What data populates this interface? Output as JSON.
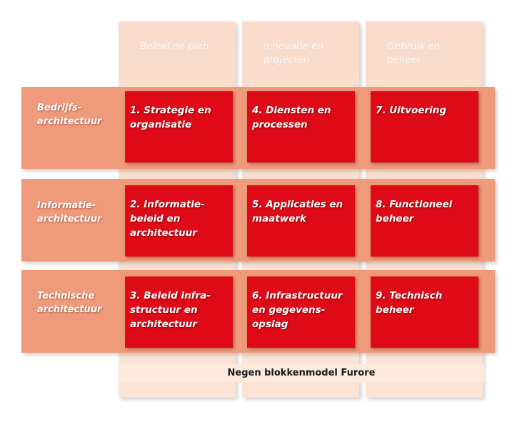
{
  "columns": [
    {
      "label": "Beleid en plan"
    },
    {
      "label": "Innovatie en\nprojecten"
    },
    {
      "label": "Gebruik en\nbeheer"
    }
  ],
  "rows": [
    {
      "label": "Bedrijfs-\narchitectuur"
    },
    {
      "label": "Informatie-\narchitectuur"
    },
    {
      "label": "Technische\narchitectuur"
    }
  ],
  "cells": [
    {
      "label": "1. Strategie en\norganisatie"
    },
    {
      "label": "4. Diensten en\nprocessen"
    },
    {
      "label": "7. Uitvoering"
    },
    {
      "label": "2. Informatie-\nbeleid en\narchitectuur"
    },
    {
      "label": "5. Applicaties en\nmaatwerk"
    },
    {
      "label": "8. Functioneel\nbeheer"
    },
    {
      "label": "3. Beleid infra-\nstructuur en\narchitectuur"
    },
    {
      "label": "6. Infrastructuur\nen gegevens-\nopslag"
    },
    {
      "label": "9. Technisch\nbeheer"
    }
  ],
  "caption": "Negen blokkenmodel Furore",
  "colors": {
    "column_bg": "#f9dccb",
    "row_bg": "#f09a7c",
    "cell_bg": "#de0a17",
    "text_light": "#ffffff",
    "caption_text": "#1a1a1a"
  }
}
